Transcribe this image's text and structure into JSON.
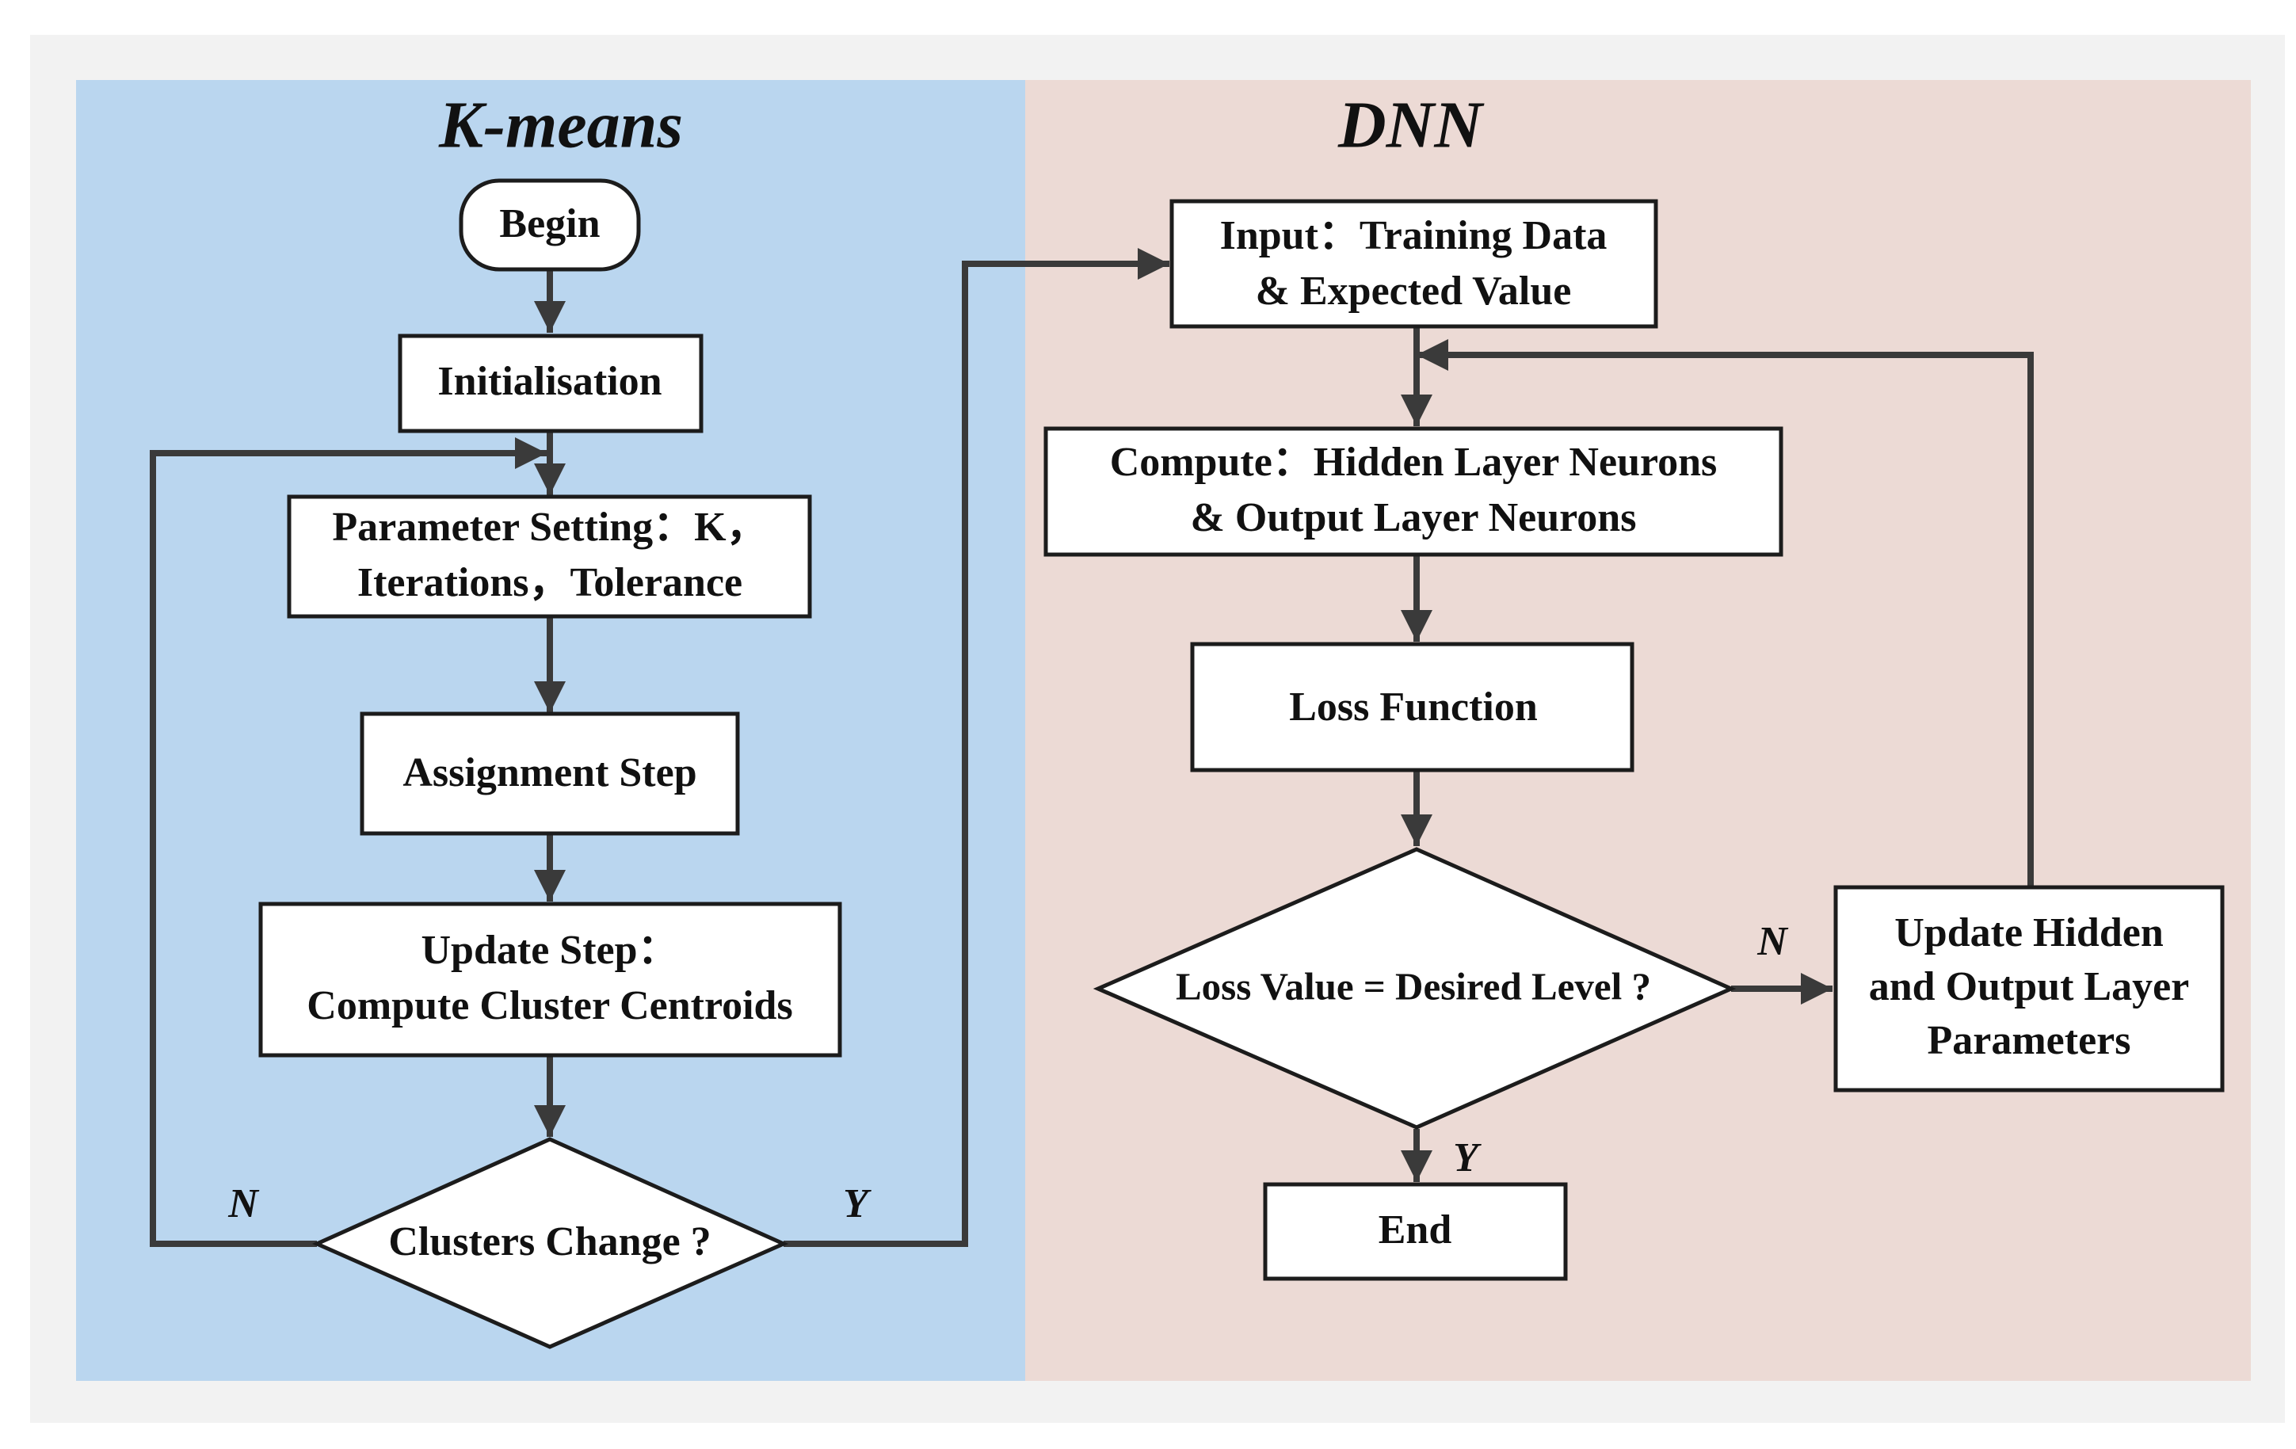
{
  "colors": {
    "outer_background": "#f2f2f2",
    "kmeans_panel": "#bad6ef",
    "dnn_panel": "#ecdad5",
    "box_fill": "#ffffff",
    "box_stroke": "#1c1c1c",
    "arrow": "#3a3a3a",
    "text": "#111111"
  },
  "kmeans": {
    "title": "K-means",
    "begin": "Begin",
    "initialisation": "Initialisation",
    "parameter_setting": [
      "Parameter Setting：K，",
      "Iterations，Tolerance"
    ],
    "assignment": "Assignment Step",
    "update": [
      "Update Step：",
      "Compute Cluster Centroids"
    ],
    "decision": "Clusters Change ?",
    "label_no": "N",
    "label_yes": "Y"
  },
  "dnn": {
    "title": "DNN",
    "input": [
      "Input：Training Data",
      "& Expected Value"
    ],
    "compute": [
      "Compute：Hidden Layer Neurons",
      "& Output Layer Neurons"
    ],
    "loss_function": "Loss Function",
    "decision": "Loss Value = Desired Level ?",
    "update_params": [
      "Update Hidden",
      "and Output Layer",
      "Parameters"
    ],
    "end": "End",
    "label_no": "N",
    "label_yes": "Y"
  }
}
